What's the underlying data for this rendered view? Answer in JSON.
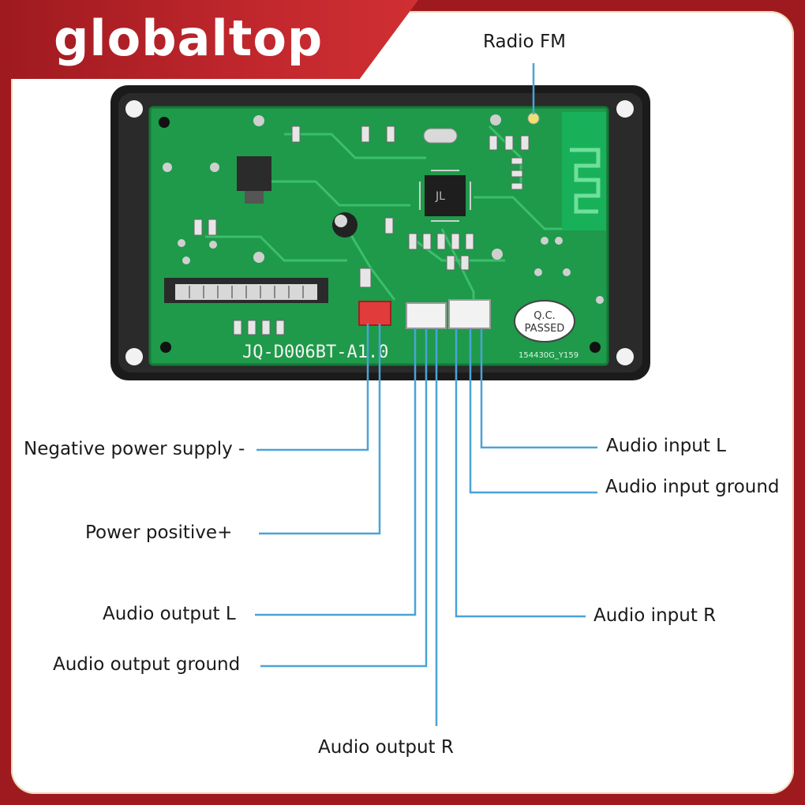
{
  "brand": {
    "name": "globaltop"
  },
  "board": {
    "model": "JQ-D006BT-A1.0",
    "qc_line1": "Q.C.",
    "qc_line2": "PASSED",
    "serial": "154430G_Y159"
  },
  "labels": {
    "radio_fm": "Radio FM",
    "negative_power": "Negative power supply -",
    "power_positive": "Power positive+",
    "audio_output_l": "Audio output L",
    "audio_output_ground": "Audio output ground",
    "audio_output_r": "Audio output R",
    "audio_input_l": "Audio input L",
    "audio_input_ground": "Audio input ground",
    "audio_input_r": "Audio input R"
  },
  "colors": {
    "frame": "#9e1a1f",
    "pcb": "#1e9a4a",
    "leader_line": "#4aa3d8"
  }
}
